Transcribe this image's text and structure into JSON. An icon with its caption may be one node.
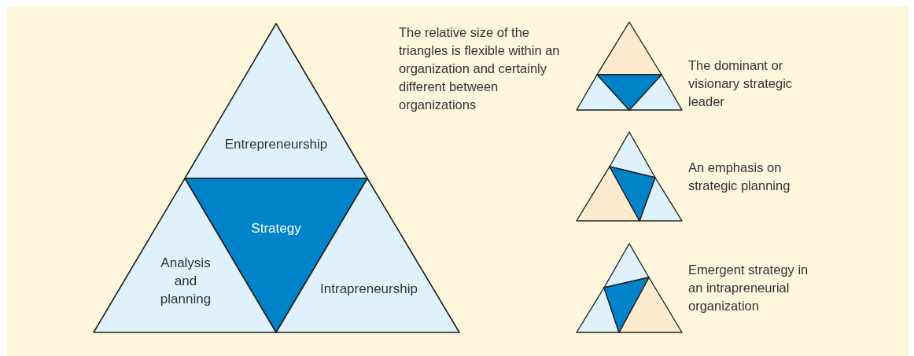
{
  "diagram": {
    "nodes": [
      {
        "text": [
          "Entrepreneurship"
        ]
      },
      {
        "text": [
          "Strategy"
        ]
      },
      {
        "text": [
          "Analysis and planning"
        ]
      },
      {
        "text": [
          "Intrapreneurship"
        ]
      }
    ],
    "labels": [
      "The relative size of the triangles is flexible within an organization and certainly different between organizations",
      "The dominant or visionary strategic leader",
      "An emphasis on strategic planning",
      "Emergent strategy in an intrapreneurial organization"
    ]
  }
}
